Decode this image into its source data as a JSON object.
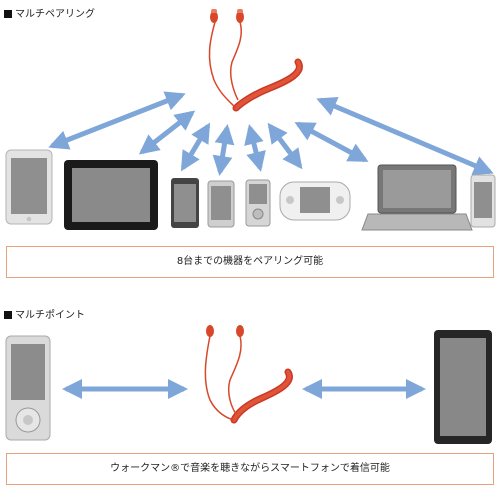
{
  "sections": {
    "multipairing": {
      "title": "マルチペアリング",
      "caption": "8台までの機器をペアリング可能"
    },
    "multipoint": {
      "title": "マルチポイント",
      "caption": "ウォークマン®で音楽を聴きながらスマートフォンで着信可能"
    }
  },
  "colors": {
    "arrow": "#7fa6d8",
    "headphone": "#d9472b",
    "caption_border": "#e6a27c"
  }
}
